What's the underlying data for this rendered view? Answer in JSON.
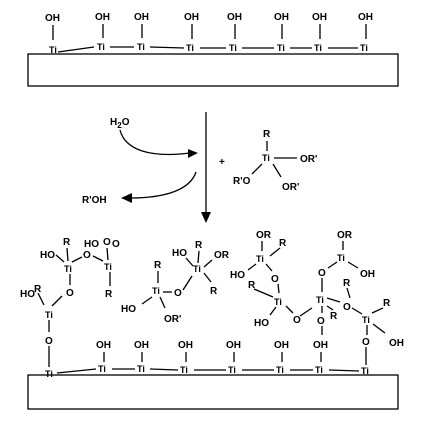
{
  "labels": {
    "oh": "OH",
    "ti": "Ti",
    "o": "O",
    "r": "R",
    "or_prime": "OR'",
    "r_prime_o": "R'O",
    "ho": "HO",
    "or": "OR",
    "h": "H",
    "h2o_sub": "2",
    "roh": "R'OH",
    "plus": "+"
  }
}
